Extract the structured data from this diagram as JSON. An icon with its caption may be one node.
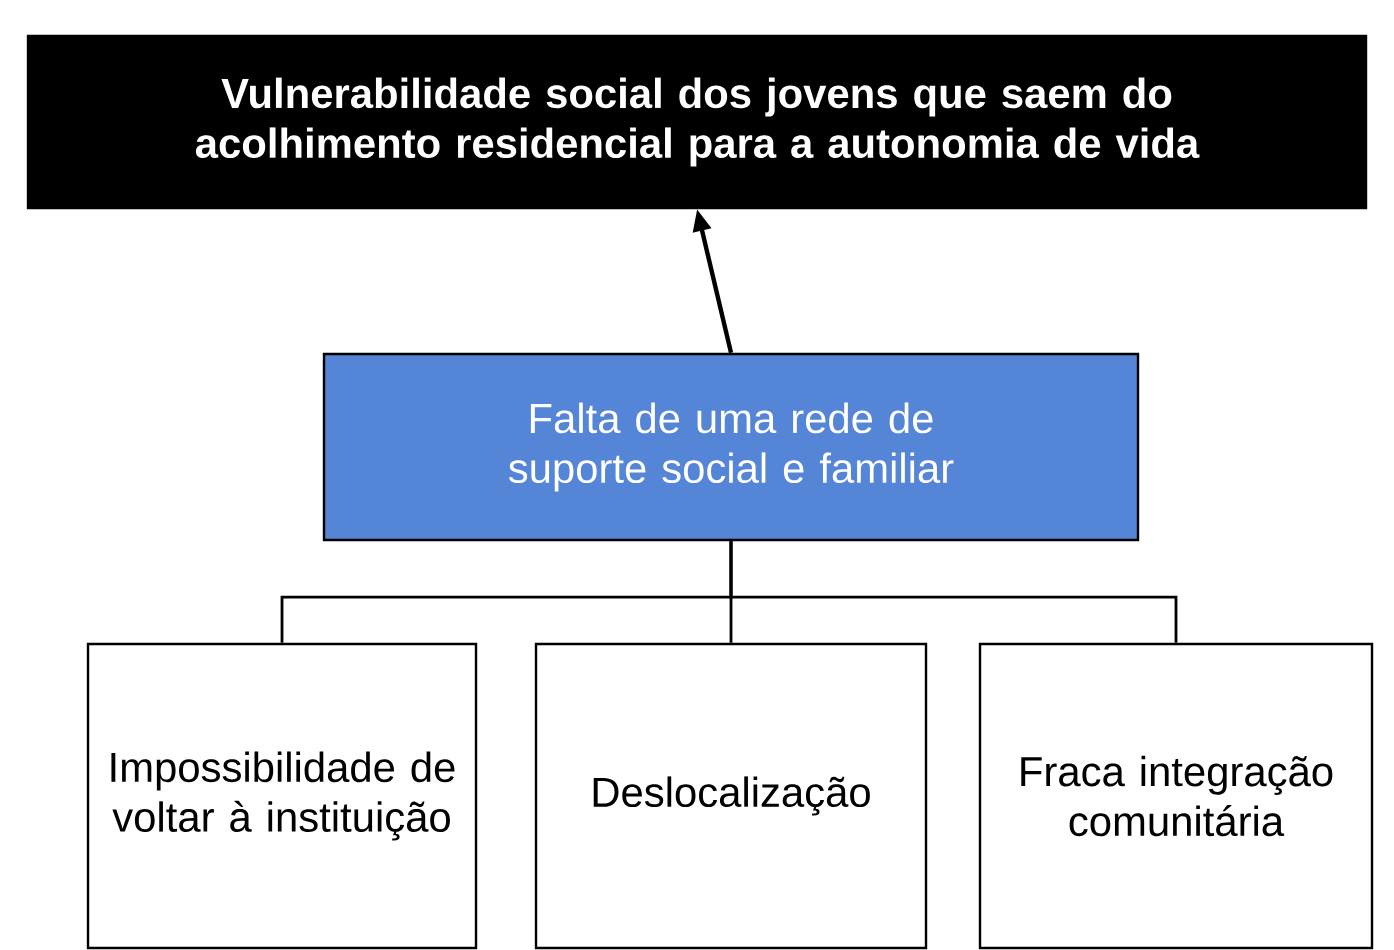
{
  "diagram": {
    "nodes": [
      {
        "text": [
          "Vulnerabilidade social dos jovens que saem do acolhimento residencial para a autonomia de vida"
        ]
      },
      {
        "text": [
          "Falta de uma rede de suporte social e familiar"
        ]
      },
      {
        "text": [
          "Impossibilidade de voltar à instituição"
        ]
      },
      {
        "text": [
          "Deslocalização"
        ]
      },
      {
        "text": [
          "Fraca integração comunitária"
        ]
      }
    ],
    "edges": [
      {
        "from": 1,
        "to": 0,
        "arrow": "to"
      },
      {
        "from": 1,
        "to": 2,
        "arrow": "none"
      },
      {
        "from": 1,
        "to": 3,
        "arrow": "none"
      },
      {
        "from": 1,
        "to": 4,
        "arrow": "none"
      }
    ]
  }
}
